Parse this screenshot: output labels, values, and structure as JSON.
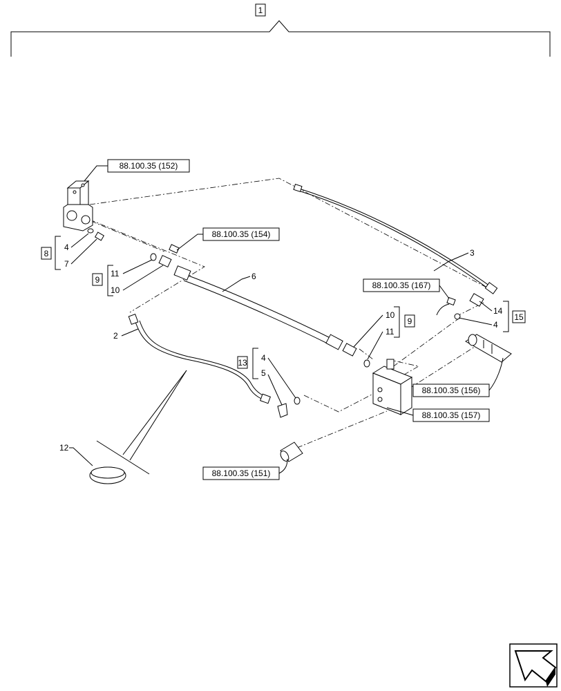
{
  "assembly_ref": "1",
  "refs": {
    "r152": "88.100.35 (152)",
    "r154": "88.100.35 (154)",
    "r167": "88.100.35 (167)",
    "r156": "88.100.35 (156)",
    "r157": "88.100.35 (157)",
    "r151": "88.100.35 (151)"
  },
  "kits": {
    "k8": "8",
    "k9a": "9",
    "k9b": "9",
    "k13": "13",
    "k15": "15"
  },
  "items": {
    "i2": "2",
    "i3": "3",
    "i4a": "4",
    "i7": "7",
    "i11a": "11",
    "i10a": "10",
    "i6": "6",
    "i10b": "10",
    "i11b": "11",
    "i4b": "4",
    "i5": "5",
    "i14": "14",
    "i4c": "4",
    "i12": "12"
  }
}
